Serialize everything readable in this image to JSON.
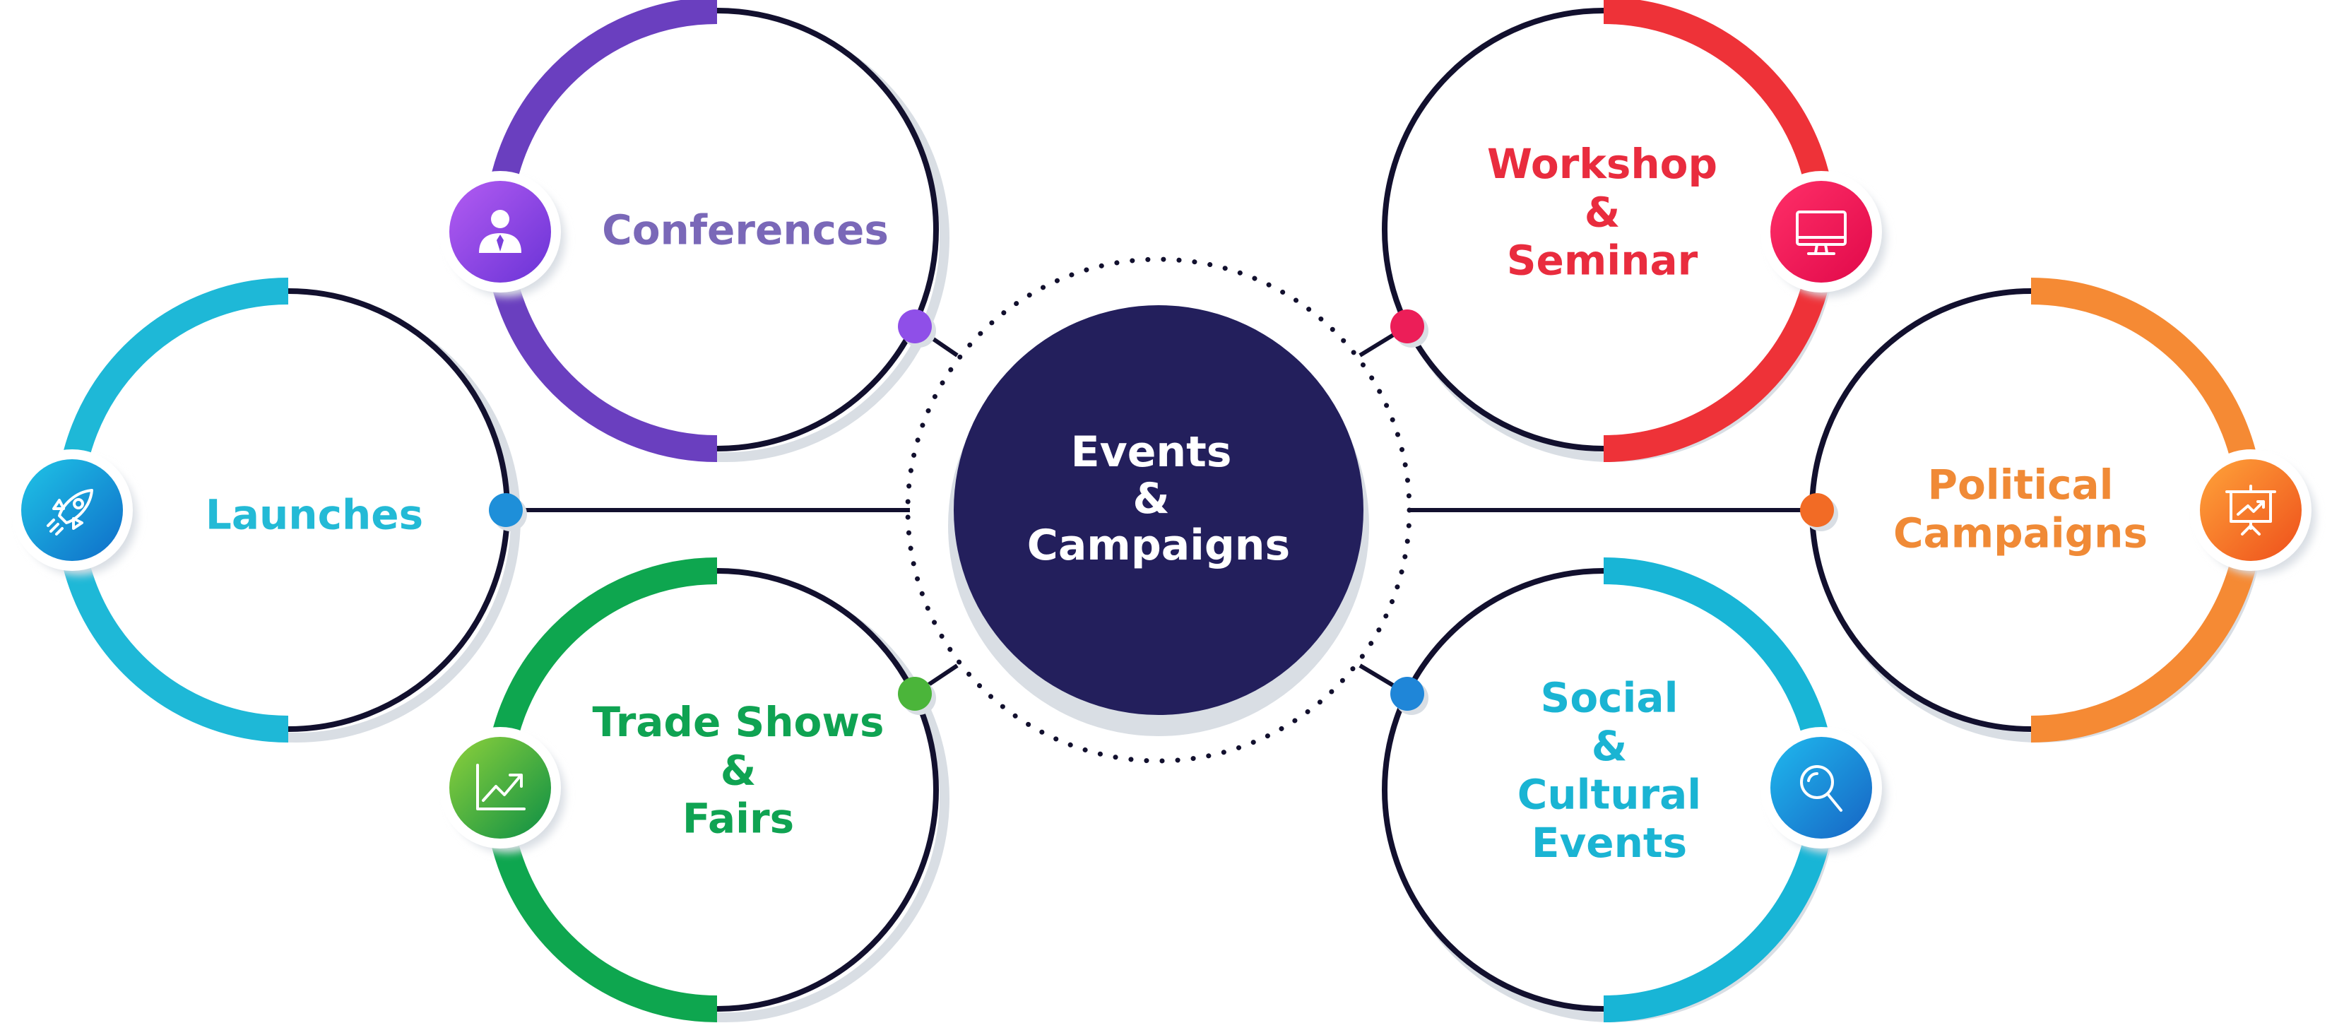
{
  "hub": {
    "lines": [
      "Events",
      "&",
      "Campaigns"
    ],
    "fill": "#231f5c",
    "text_color": "#ffffff"
  },
  "nodes": [
    {
      "id": "conferences",
      "lines": [
        "Conferences"
      ],
      "color": "#7a68b8",
      "arc_color": "#6a3fbf",
      "icon": "user-tie-icon",
      "icon_gradient": [
        "#b35cf2",
        "#6a33d6"
      ],
      "connector_dot": "#8f4fe8"
    },
    {
      "id": "launches",
      "lines": [
        "Launches"
      ],
      "color": "#23bad6",
      "arc_color": "#1eb8d7",
      "icon": "rocket-icon",
      "icon_gradient": [
        "#1fc4e6",
        "#0f6dc9"
      ],
      "connector_dot": "#1e8fd9"
    },
    {
      "id": "trade-shows",
      "lines": [
        "Trade Shows",
        "&",
        "Fairs"
      ],
      "color": "#0fa352",
      "arc_color": "#0ea64f",
      "icon": "chart-up-icon",
      "icon_gradient": [
        "#8ed13b",
        "#0c8f45"
      ],
      "connector_dot": "#4bb53a"
    },
    {
      "id": "workshop",
      "lines": [
        "Workshop",
        "&",
        "Seminar"
      ],
      "color": "#e92c3e",
      "arc_color": "#ee3238",
      "icon": "monitor-icon",
      "icon_gradient": [
        "#ff2f68",
        "#e1094a"
      ],
      "connector_dot": "#ec1e58"
    },
    {
      "id": "political",
      "lines": [
        "Political",
        "Campaigns"
      ],
      "color": "#f08a36",
      "arc_color": "#f58a34",
      "icon": "presentation-icon",
      "icon_gradient": [
        "#ffa43a",
        "#ee4f1b"
      ],
      "connector_dot": "#f26b25"
    },
    {
      "id": "social",
      "lines": [
        "Social",
        "&",
        "Cultural",
        "Events"
      ],
      "color": "#1ab4d3",
      "arc_color": "#18b5d6",
      "icon": "magnifier-icon",
      "icon_gradient": [
        "#1fb9ee",
        "#1764c4"
      ],
      "connector_dot": "#1f86d8"
    }
  ],
  "colors": {
    "ring_dark": "#12102e",
    "shadow": "#d9dee4"
  }
}
